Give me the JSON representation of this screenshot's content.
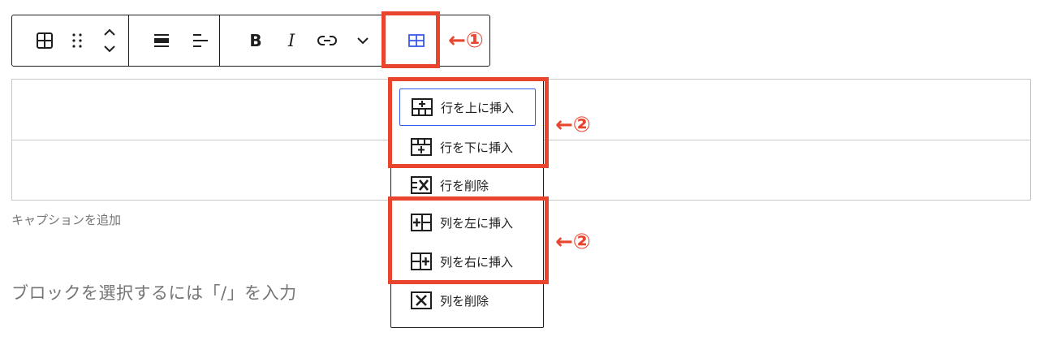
{
  "toolbar": {
    "buttons": {
      "table": "table-icon",
      "drag": "drag-handle-icon",
      "move": "move-up-down-icon",
      "align": "align-icon",
      "text_align": "text-align-left-icon",
      "bold_label": "B",
      "italic_label": "I",
      "link": "link-icon",
      "more": "chevron-down-icon",
      "edit_table": "table-edit-icon"
    }
  },
  "table": {
    "caption_placeholder": "キャプションを追加"
  },
  "editor": {
    "block_placeholder": "ブロックを選択するには「/」を入力"
  },
  "menu": {
    "items": [
      {
        "label": "行を上に挿入",
        "icon": "table-row-before-icon"
      },
      {
        "label": "行を下に挿入",
        "icon": "table-row-after-icon"
      },
      {
        "label": "行を削除",
        "icon": "table-row-delete-icon"
      },
      {
        "label": "列を左に挿入",
        "icon": "table-column-before-icon"
      },
      {
        "label": "列を右に挿入",
        "icon": "table-column-after-icon"
      },
      {
        "label": "列を削除",
        "icon": "table-column-delete-icon"
      }
    ]
  },
  "annotations": {
    "step1": "←①",
    "step2a": "←②",
    "step2b": "←②"
  },
  "colors": {
    "accent": "#3858e9",
    "annotation": "#e8442e",
    "border": "#1e1e1e",
    "muted_text": "#757575"
  }
}
